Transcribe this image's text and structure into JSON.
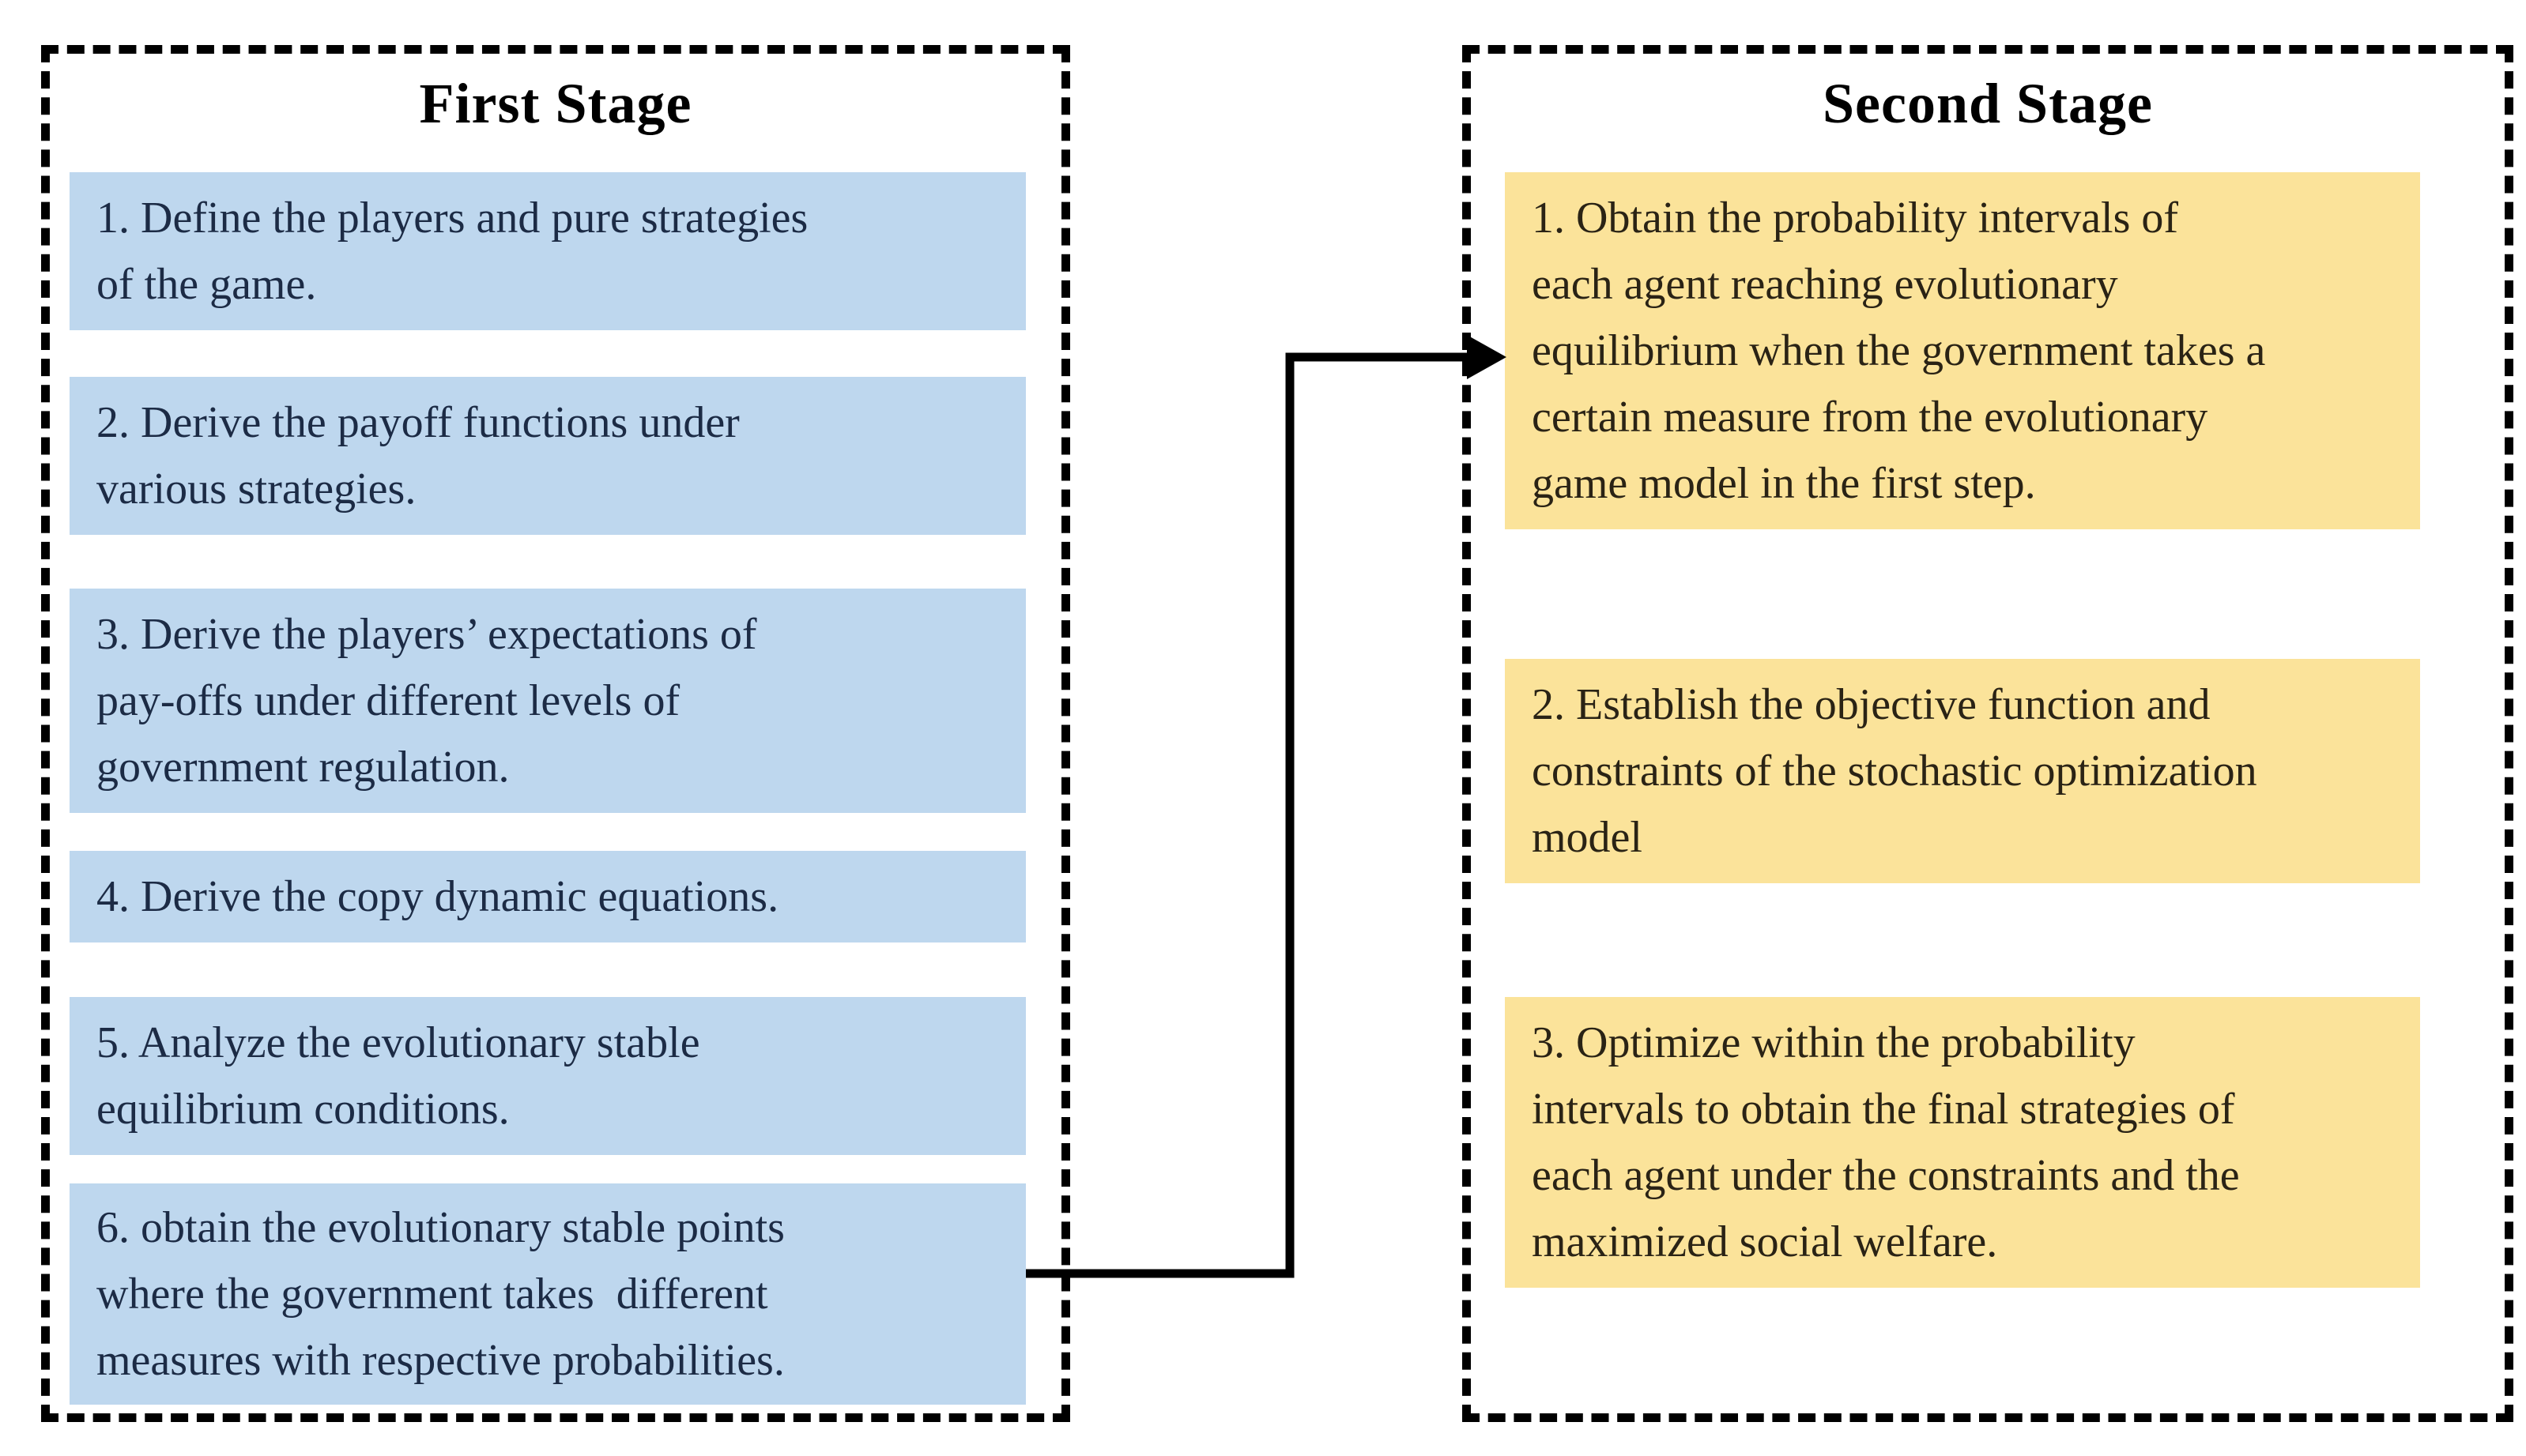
{
  "diagram": {
    "stages": [
      {
        "title": "First Stage",
        "steps": [
          "1. Define the players and pure strategies\nof the game.",
          "2. Derive the payoff functions under\nvarious strategies.",
          "3. Derive the players’ expectations of\npay-offs under different levels of\ngovernment regulation.",
          "4. Derive the copy dynamic equations.",
          "5. Analyze the evolutionary stable\nequilibrium conditions.",
          "6. obtain the evolutionary stable points\nwhere the government takes  different\nmeasures with respective probabilities."
        ]
      },
      {
        "title": "Second Stage",
        "steps": [
          "1. Obtain the probability intervals of\neach agent reaching evolutionary\nequilibrium when the government takes a\ncertain measure from the evolutionary\ngame model in the first step.",
          "2. Establish the objective function and\nconstraints of the stochastic optimization\nmodel",
          "3. Optimize within the probability\nintervals to obtain the final strategies of\neach agent under the constraints and the\nmaximized social welfare."
        ]
      }
    ],
    "connector": {
      "from_stage": "First Stage",
      "from_step": 6,
      "to_stage": "Second Stage",
      "to_step": 1
    }
  },
  "colors": {
    "background": "#ffffff",
    "border": "#000000",
    "arrow": "#000000",
    "first_stage_box": "#bed7ee",
    "first_stage_text": "#1c2b45",
    "second_stage_box": "#fbe39a",
    "second_stage_text": "#2a2315",
    "title_text": "#000000"
  }
}
